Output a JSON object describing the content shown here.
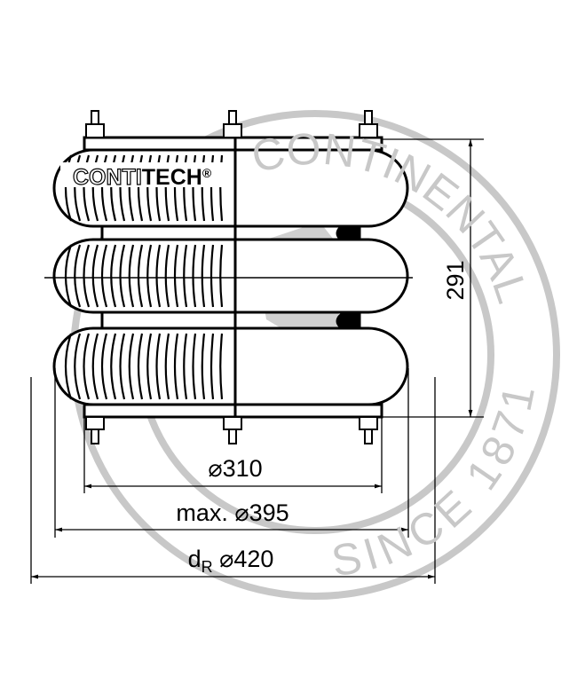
{
  "drawing": {
    "logo_text_outline": "CONTI",
    "logo_text_bold": "TECH",
    "logo_mark": "®",
    "watermark_top": "CONTINENTAL",
    "watermark_bottom": "SINCE 1871",
    "watermark_color": "#c8c8c8",
    "line_color": "#000000"
  },
  "dimensions": {
    "height": "291",
    "plate_diameter": "⌀310",
    "max_diameter_prefix": "max.",
    "max_diameter": "⌀395",
    "dr_label": "d",
    "dr_subscript": "R",
    "dr_diameter": "⌀420"
  }
}
